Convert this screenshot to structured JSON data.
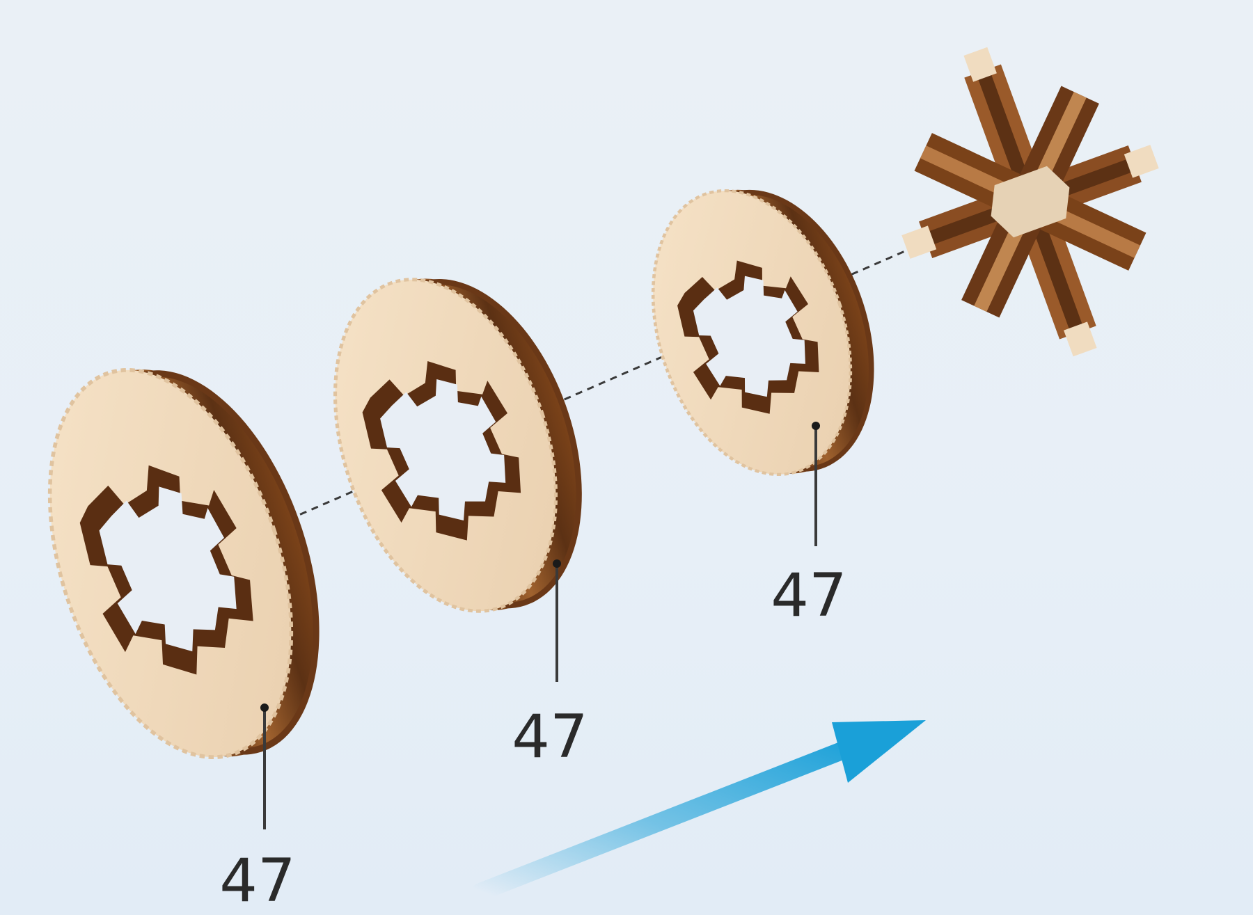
{
  "diagram": {
    "parts": [
      {
        "id": "ring-1",
        "label": "47"
      },
      {
        "id": "ring-2",
        "label": "47"
      },
      {
        "id": "ring-3",
        "label": "47"
      }
    ],
    "hub": {
      "name": "star-hub"
    },
    "arrow": {
      "color": "#1aa0d8",
      "direction": "toward-hub"
    },
    "colors": {
      "wood_light": "#f2dcc0",
      "wood_mid": "#dcbf9c",
      "wood_dark": "#6e3d1a",
      "wood_stripe": "#9a5a2a",
      "background": "#e8eff6"
    }
  }
}
